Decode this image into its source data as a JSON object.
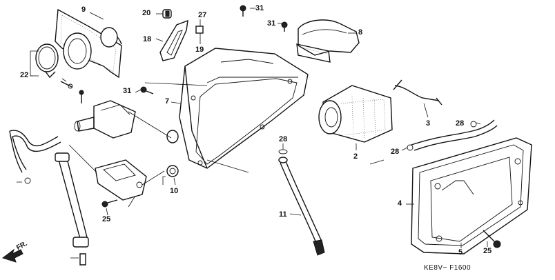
{
  "callouts": {
    "c1": "9",
    "c2": "20",
    "c3": "27",
    "c4": "31",
    "c5": "31",
    "c6": "8",
    "c7": "18",
    "c8": "19",
    "c9": "22",
    "c10": "31",
    "c11": "7",
    "c12": "3",
    "c13": "28",
    "c14": "2",
    "c15": "28",
    "c16": "28",
    "c17": "10",
    "c18": "25",
    "c19": "11",
    "c20": "4",
    "c21": "5",
    "c22": "25"
  },
  "direction_label": "FR.",
  "code": "KE8V− F1600"
}
